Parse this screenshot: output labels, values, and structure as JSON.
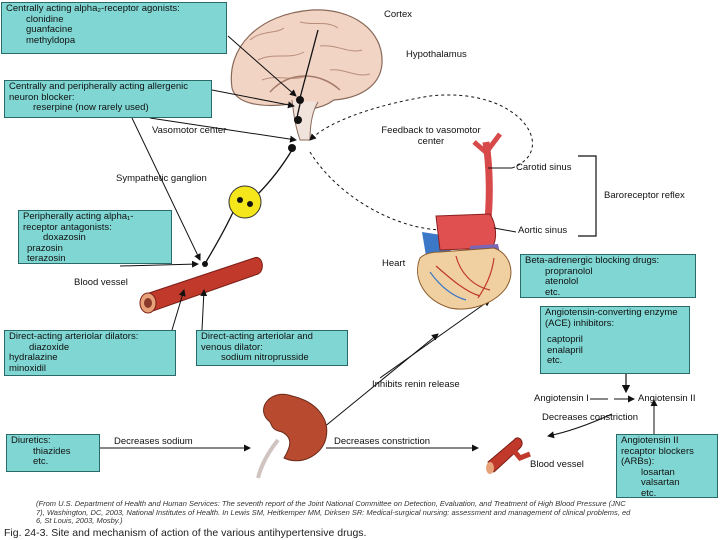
{
  "boxes": {
    "central_agonists": {
      "heading": "Centrally acting alpha₂-receptor agonists:",
      "items": [
        "clonidine",
        "guanfacine",
        "methyldopa"
      ]
    },
    "central_peripheral": {
      "heading": "Centrally and peripherally acting allergenic neuron blocker:",
      "items": [
        "reserpine (now rarely used)"
      ]
    },
    "alpha1_antagonists": {
      "heading": "Peripherally acting alpha₁-receptor antagonists:",
      "items": [
        "doxazosin",
        "prazosin",
        "terazosin"
      ]
    },
    "arteriolar_dilators": {
      "heading": "Direct-acting arteriolar dilators:",
      "items": [
        "diazoxide",
        "hydralazine",
        "minoxidil"
      ]
    },
    "venous_dilator": {
      "heading": "Direct-acting arteriolar and venous dilator:",
      "items": [
        "sodium nitroprusside"
      ]
    },
    "beta_blockers": {
      "heading": "Beta-adrenergic blocking drugs:",
      "items": [
        "propranolol",
        "atenolol",
        "etc."
      ]
    },
    "ace_inhibitors": {
      "heading": "Angiotensin-converting enzyme (ACE) inhibitors:",
      "items": [
        "captopril",
        "enalapril",
        "etc."
      ]
    },
    "diuretics": {
      "heading": "Diuretics:",
      "items": [
        "thiazides",
        "etc."
      ]
    },
    "arbs": {
      "heading": "Angiotensin II recaptor blockers (ARBs):",
      "items": [
        "losartan",
        "valsartan",
        "etc."
      ]
    }
  },
  "labels": {
    "cortex": "Cortex",
    "hypothalamus": "Hypothalamus",
    "vasomotor_center": "Vasomotor center",
    "feedback": "Feedback to vasomotor center",
    "sympathetic_ganglion": "Sympathetic ganglion",
    "carotid_sinus": "Carotid sinus",
    "baroreceptor_reflex": "Baroreceptor reflex",
    "aortic_sinus": "Aortic sinus",
    "heart": "Heart",
    "blood_vessel_top": "Blood vessel",
    "inhibits_renin": "Inhibits renin release",
    "angiotensin_1": "Angiotensin I",
    "angiotensin_2": "Angiotensin II",
    "decreases_constriction_right": "Decreases constriction",
    "decreases_sodium": "Decreases sodium",
    "decreases_constriction_bottom": "Decreases constriction",
    "blood_vessel_bottom": "Blood vessel"
  },
  "caption": {
    "source": "(From U.S. Department of Health and Human Services: The seventh report of the Joint National Committee on Detection, Evaluation, and Treatment of High Blood Pressure (JNC 7), Washington, DC, 2003, National Institutes of Health. In Lewis SM, Heitkemper MM, Dirksen SR: Medical-surgical nursing: assessment and management of clinical problems, ed 6, St Louis, 2003, Mosby.)",
    "figure": "Fig. 24-3. Site and mechanism of action of the various antihypertensive drugs."
  },
  "colors": {
    "box_fill": "#7fd6d2",
    "vessel": "#c0392b",
    "ganglion": "#f5e51b",
    "heart_red": "#d84a4a",
    "heart_blue": "#3c78c8"
  }
}
